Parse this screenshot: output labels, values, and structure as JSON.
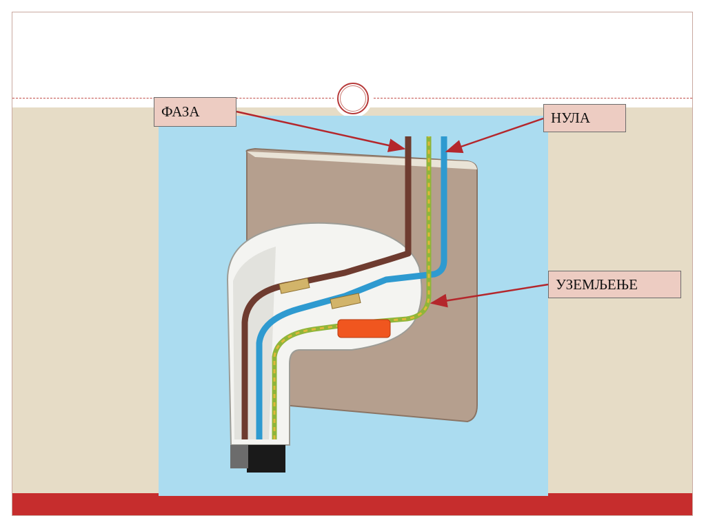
{
  "labels": {
    "phase": "ФАЗА",
    "neutral": "НУЛА",
    "ground": "УЗЕМЉЕЊЕ"
  },
  "colors": {
    "accent_red": "#c62d2d",
    "band_beige": "#e6dcc6",
    "panel_blue": "#abdcf0",
    "label_fill": "#edccc2",
    "arrow": "#b4272c",
    "wire_phase": "#6e3b2f",
    "wire_neutral": "#2e9ad0",
    "wire_ground": "#8fb53a",
    "wall": "#b59f8e"
  },
  "icons": [
    "circle-ornament-icon",
    "arrow-icon"
  ]
}
